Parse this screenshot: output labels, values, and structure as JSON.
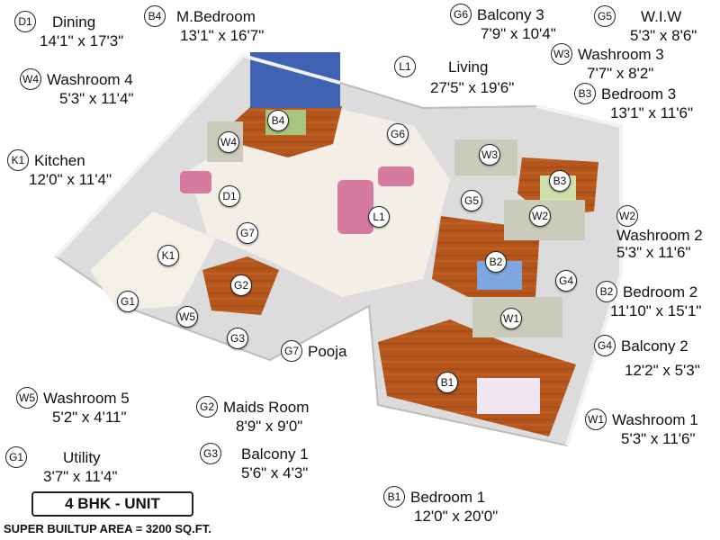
{
  "rooms": [
    {
      "code": "D1",
      "name": "Dining",
      "size": "14'1\" x 17'3\""
    },
    {
      "code": "B4",
      "name": "M.Bedroom",
      "size": "13'1\" x 16'7\""
    },
    {
      "code": "G6",
      "name": "Balcony 3",
      "size": "7'9\" x 10'4\""
    },
    {
      "code": "G5",
      "name": "W.I.W",
      "size": "5'3\" x 8'6\""
    },
    {
      "code": "W3",
      "name": "Washroom 3",
      "size": "7'7\" x 8'2\""
    },
    {
      "code": "W4",
      "name": "Washroom 4",
      "size": "5'3\" x 11'4\""
    },
    {
      "code": "L1",
      "name": "Living",
      "size": "27'5\" x 19'6\""
    },
    {
      "code": "B3",
      "name": "Bedroom 3",
      "size": "13'1\" x 11'6\""
    },
    {
      "code": "K1",
      "name": "Kitchen",
      "size": "12'0\" x 11'4\""
    },
    {
      "code": "W2",
      "name": "Washroom 2",
      "size": "5'3\" x 11'6\""
    },
    {
      "code": "B2",
      "name": "Bedroom 2",
      "size": "11'10\" x 15'1\""
    },
    {
      "code": "G4",
      "name": "Balcony 2",
      "size": "12'2\" x 5'3\""
    },
    {
      "code": "G7",
      "name": "Pooja",
      "size": ""
    },
    {
      "code": "W5",
      "name": "Washroom 5",
      "size": "5'2\" x 4'11\""
    },
    {
      "code": "G2",
      "name": "Maids Room",
      "size": "8'9\" x 9'0\""
    },
    {
      "code": "W1",
      "name": "Washroom 1",
      "size": "5'3\" x 11'6\""
    },
    {
      "code": "G3",
      "name": "Balcony 1",
      "size": "5'6\" x 4'3\""
    },
    {
      "code": "G1",
      "name": "Utility",
      "size": "3'7\" x 11'4\""
    },
    {
      "code": "B1",
      "name": "Bedroom 1",
      "size": "12'0\" x 20'0\""
    }
  ],
  "unit_label": "4 BHK - UNIT",
  "area_label": "SUPER BUILTUP AREA = 3200 SQ.FT.",
  "colors": {
    "floor_wood": "#b5561c",
    "floor_tile": "#f3efe6",
    "wall": "#e9e9e9",
    "accent_wall": "#3f63b2",
    "sofa": "#d77aa0"
  }
}
